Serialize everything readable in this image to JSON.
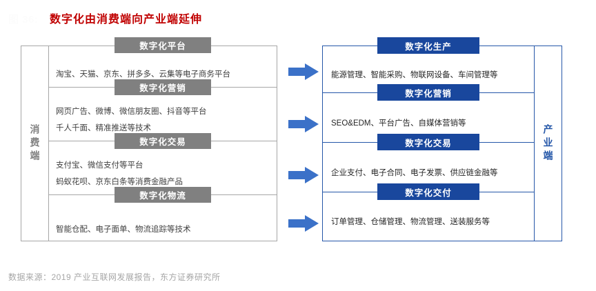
{
  "header": {
    "figure_number": "图 36:",
    "title": "数字化由消费端向产业端延伸"
  },
  "consumer_side": {
    "axis_label": "消费端",
    "sections": [
      {
        "chip": "数字化平台",
        "lines": [
          "淘宝、天猫、京东、拼多多、云集等电子商务平台"
        ]
      },
      {
        "chip": "数字化营销",
        "lines": [
          "网页广告、微博、微信朋友圈、抖音等平台",
          "千人千面、精准推送等技术"
        ]
      },
      {
        "chip": "数字化交易",
        "lines": [
          "支付宝、微信支付等平台",
          "蚂蚁花呗、京东白条等消费金融产品"
        ]
      },
      {
        "chip": "数字化物流",
        "lines": [
          "智能仓配、电子面单、物流追踪等技术"
        ]
      }
    ]
  },
  "industry_side": {
    "axis_label": "产业端",
    "sections": [
      {
        "chip": "数字化生产",
        "lines": [
          "能源管理、智能采购、物联网设备、车间管理等"
        ]
      },
      {
        "chip": "数字化营销",
        "lines": [
          "SEO&EDM、平台广告、自媒体营销等"
        ]
      },
      {
        "chip": "数字化交易",
        "lines": [
          "企业支付、电子合同、电子发票、供应链金融等"
        ]
      },
      {
        "chip": "数字化交付",
        "lines": [
          "订单管理、仓储管理、物流管理、送装服务等"
        ]
      }
    ]
  },
  "connectors": {
    "count": 4,
    "icon": "right-arrow-icon",
    "color": "#3b71c8"
  },
  "footer": {
    "source": "数据来源：2019 产业互联网发展报告，东方证券研究所"
  },
  "colors": {
    "title_red": "#c00000",
    "chip_gray": "#808080",
    "chip_blue": "#19479d",
    "panel_blue_border": "#2456a8",
    "panel_gray_border": "#a6a6a6",
    "arrow_blue": "#3b71c8",
    "footer_gray": "#a6a6a6"
  }
}
